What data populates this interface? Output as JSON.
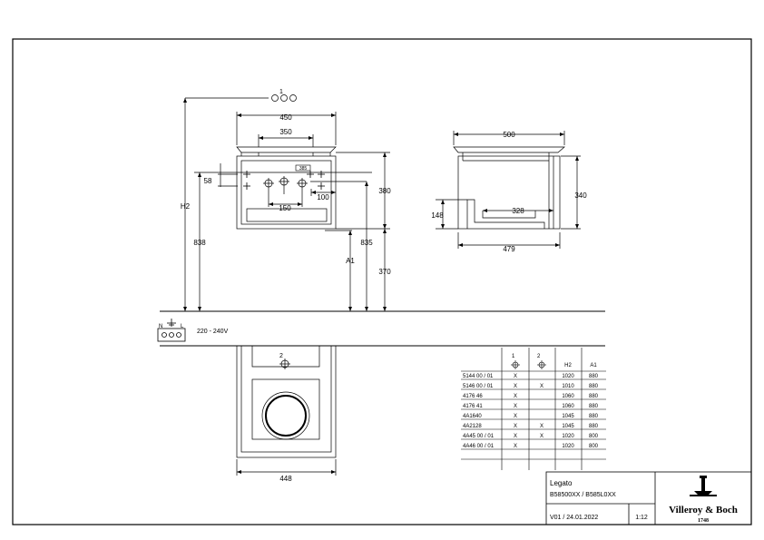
{
  "drawing": {
    "front_view": {
      "top_callout": "1",
      "dim_450": "450",
      "dim_350": "350",
      "dim_58": "58",
      "dim_150": "150",
      "dim_100": "100",
      "dim_380": "380",
      "dim_370": "370",
      "dim_835": "835",
      "dim_838": "838",
      "label_h2": "H2",
      "label_a1": "A1",
      "badge": "385"
    },
    "side_view": {
      "dim_500": "500",
      "dim_340": "340",
      "dim_148": "148",
      "dim_328": "328",
      "dim_479": "479"
    },
    "electrical": {
      "n_label": "N",
      "l_label": "L",
      "voltage": "220 - 240V"
    },
    "top_view": {
      "callout_2": "2",
      "dim_448": "448"
    }
  },
  "table": {
    "col_headers": [
      "1",
      "2",
      "H2",
      "A1"
    ],
    "rows": [
      {
        "code": "5144 00 / 01",
        "c1": "X",
        "c2": "",
        "h2": "1020",
        "a1": "880"
      },
      {
        "code": "5146 00 / 01",
        "c1": "X",
        "c2": "X",
        "h2": "1010",
        "a1": "880"
      },
      {
        "code": "4176 46",
        "c1": "X",
        "c2": "",
        "h2": "1060",
        "a1": "880"
      },
      {
        "code": "4176 41",
        "c1": "X",
        "c2": "",
        "h2": "1060",
        "a1": "880"
      },
      {
        "code": "4A1640",
        "c1": "X",
        "c2": "",
        "h2": "1045",
        "a1": "880"
      },
      {
        "code": "4A2128",
        "c1": "X",
        "c2": "X",
        "h2": "1045",
        "a1": "880"
      },
      {
        "code": "4A45 00 / 01",
        "c1": "X",
        "c2": "X",
        "h2": "1020",
        "a1": "800"
      },
      {
        "code": "4A46 00 / 01",
        "c1": "X",
        "c2": "",
        "h2": "1020",
        "a1": "800"
      }
    ]
  },
  "title_block": {
    "product": "Legato",
    "models": "B58500XX / B585L0XX",
    "version": "V01 / 24.01.2022",
    "scale": "1:12",
    "brand": "Villeroy & Boch",
    "brand_year": "1748"
  }
}
